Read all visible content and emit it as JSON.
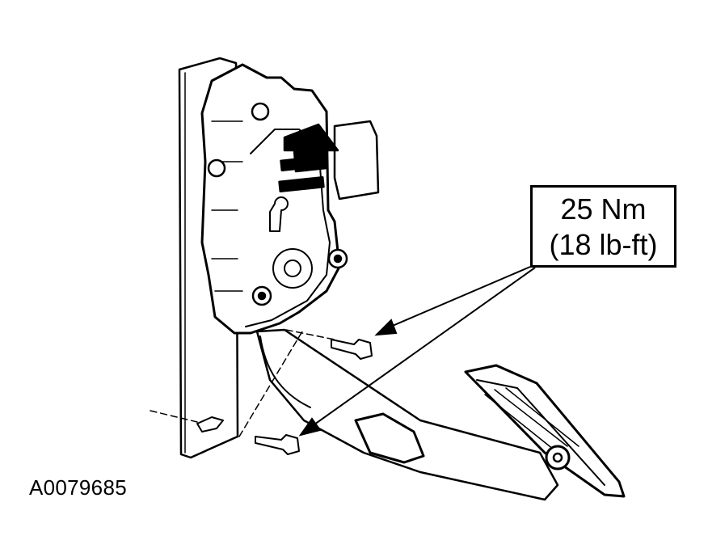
{
  "callout": {
    "torque_nm": "25 Nm",
    "torque_lbft": "(18 lb-ft)"
  },
  "figure_id": "A0079685"
}
